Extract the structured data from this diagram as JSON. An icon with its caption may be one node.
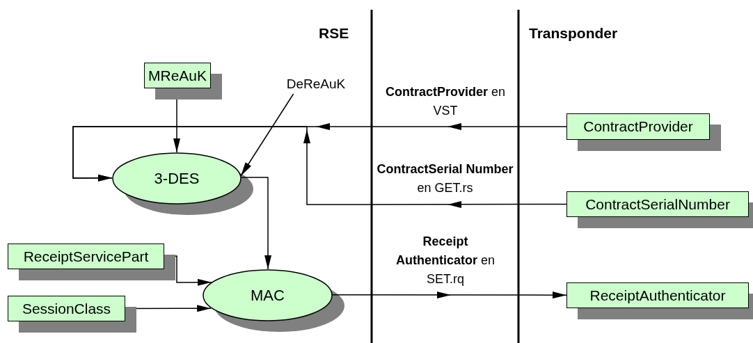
{
  "diagram": {
    "nodes": [
      {
        "text": [
          "MReAuK"
        ]
      },
      {
        "text": [
          "DeReAuK"
        ]
      },
      {
        "text": [
          "3-DES"
        ]
      },
      {
        "text": [
          "ContractProvider"
        ]
      },
      {
        "text": [
          "ContractSerialNumber"
        ]
      },
      {
        "text": [
          "ReceiptServicePart"
        ]
      },
      {
        "text": [
          "SessionClass"
        ]
      },
      {
        "text": [
          "MAC"
        ]
      },
      {
        "text": [
          "ReceiptAuthenticator"
        ]
      }
    ],
    "edges": [
      {
        "from": 0,
        "to": 2,
        "arrow": "to"
      },
      {
        "from": 1,
        "to": 2,
        "arrow": "to"
      },
      {
        "from": 3,
        "to": 2,
        "arrow": "to",
        "label": "**ContractProvider** en VST"
      },
      {
        "from": 4,
        "to": 2,
        "arrow": "to",
        "label": "**ContractSerial Number** en GET.rs"
      },
      {
        "from": 2,
        "to": 7,
        "arrow": "to"
      },
      {
        "from": 5,
        "to": 7,
        "arrow": "to"
      },
      {
        "from": 6,
        "to": 7,
        "arrow": "to"
      },
      {
        "from": 7,
        "to": 8,
        "arrow": "to",
        "label": "**Receipt Authenticator** en SET.rq"
      }
    ],
    "labels": [
      "RSE",
      "Transponder"
    ]
  }
}
